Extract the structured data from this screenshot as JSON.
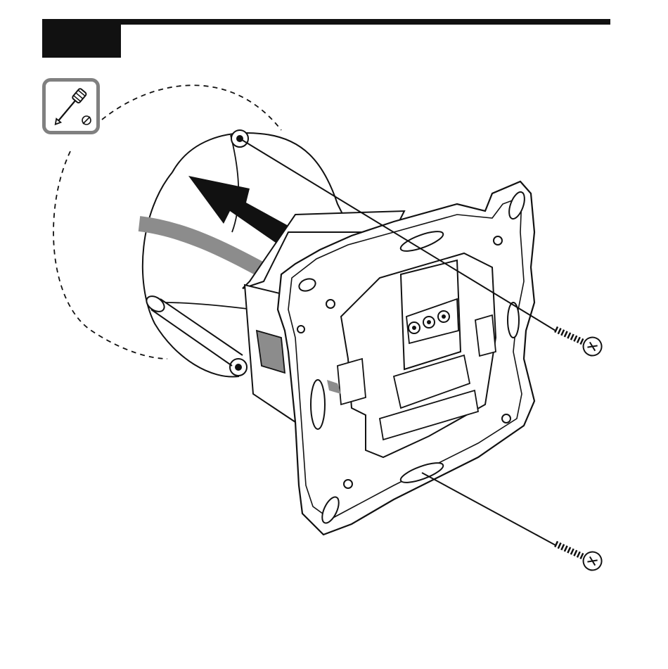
{
  "header": {
    "step_label": ""
  },
  "tool": {
    "icon": "screwdriver-icon",
    "type_symbol": "slotted-screw-icon"
  },
  "diagram": {
    "subject": "socket-insert-mounting",
    "arrow_direction": "insert-into-box",
    "screw_count": 2
  },
  "colors": {
    "ink": "#111111",
    "cable": "#8c8c8c",
    "arrow": "#111111",
    "tool_frame": "#808080"
  }
}
